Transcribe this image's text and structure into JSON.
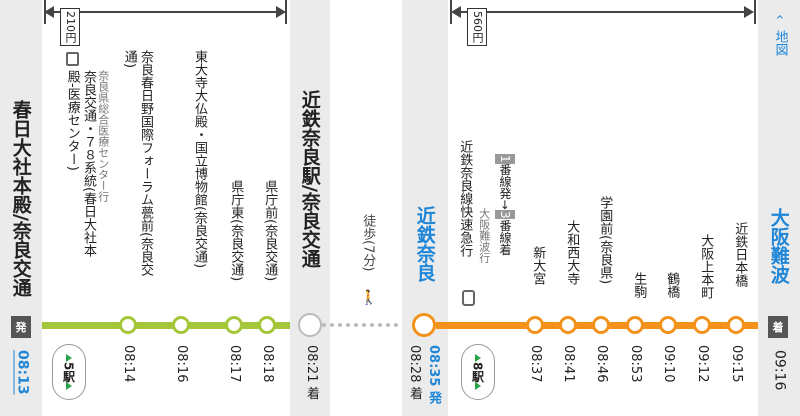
{
  "colors": {
    "green": "#a4c639",
    "orange": "#f2921a",
    "blue": "#1f86d8"
  },
  "segment1": {
    "depart_time": "08:13",
    "depart_marker": "発",
    "depart_station": "春日大社本殿/奈良交通",
    "stop_count": "5駅",
    "fare": "210円",
    "line_name": "奈良交通・７８系統(春日大社本殿-医療センター)",
    "line_direction": "奈良県総合医療センター行",
    "stops": [
      {
        "name": "奈良春日野国際フォーラム甍前(奈良交通)",
        "time": "08:14"
      },
      {
        "name": "東大寺大仏殿・国立博物館(奈良交通)",
        "time": "08:16"
      },
      {
        "name": "県庁東(奈良交通)",
        "time": "08:17"
      },
      {
        "name": "県庁前(奈良交通)",
        "time": "08:18"
      }
    ]
  },
  "transfer": {
    "station": "近鉄奈良駅/奈良交通",
    "arrive_time": "08:21 着",
    "walk": "徒歩(7分)"
  },
  "segment2": {
    "station": "近鉄奈良",
    "arrive_time": "08:28 着",
    "depart_time": "08:35 発",
    "stop_count": "8駅",
    "fare": "560円",
    "line_name": "近鉄奈良線快速急行",
    "line_direction": "大阪難波行",
    "platform_from": "1",
    "platform_from_label": "番線発",
    "platform_arrow": "→",
    "platform_to": "3",
    "platform_to_label": "番線着",
    "stops": [
      {
        "name": "新大宮",
        "time": "08:37"
      },
      {
        "name": "大和西大寺",
        "time": "08:41"
      },
      {
        "name": "学園前(奈良県)",
        "time": "08:46"
      },
      {
        "name": "生駒",
        "time": "08:53"
      },
      {
        "name": "鶴橋",
        "time": "09:10"
      },
      {
        "name": "大阪上本町",
        "time": "09:12"
      },
      {
        "name": "近鉄日本橋",
        "time": "09:15"
      }
    ]
  },
  "arrival": {
    "station": "大阪難波",
    "marker": "着",
    "time": "09:16"
  },
  "map_link": "地図",
  "icons": {
    "bus": "bus-icon",
    "train": "train-icon",
    "walk": "walk-icon",
    "chevron": "chevron-up-icon"
  }
}
